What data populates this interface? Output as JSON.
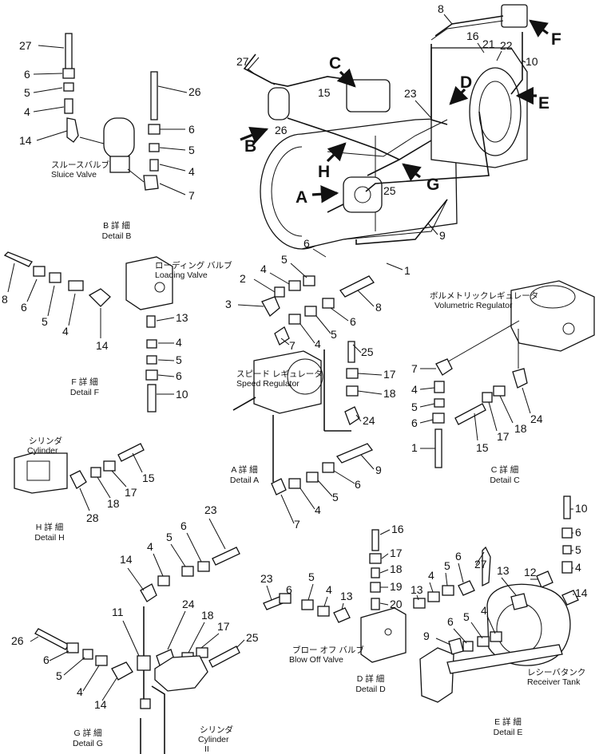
{
  "parts": [
    "1",
    "2",
    "3",
    "4",
    "5",
    "6",
    "7",
    "8",
    "9",
    "10",
    "11",
    "12",
    "13",
    "14",
    "15",
    "16",
    "17",
    "18",
    "19",
    "20",
    "21",
    "22",
    "23",
    "24",
    "25",
    "26",
    "27",
    "28"
  ],
  "views": [
    "A",
    "B",
    "C",
    "D",
    "E",
    "F",
    "G",
    "H"
  ],
  "components": {
    "sluice_valve_jp": "スルースバルブ",
    "sluice_valve_en": "Sluice Valve",
    "loading_valve_jp": "ローディング バルブ",
    "loading_valve_en": "Loading Valve",
    "speed_regulator_jp": "スピード レギュレータ",
    "speed_regulator_en": "Speed Regulator",
    "volumetric_regulator_jp": "ボルメトリックレギュレータ",
    "volumetric_regulator_en": "Volumetric Regulator",
    "cylinder_jp": "シリンダ",
    "cylinder_en": "Cylinder",
    "blow_off_valve_jp": "ブロー オフ バルブ",
    "blow_off_valve_en": "Blow Off Valve",
    "receiver_tank_jp": "レシーバタンク",
    "receiver_tank_en": "Receiver Tank",
    "cylinder_g_jp": "シリンダ",
    "cylinder_g_en": "Cylinder",
    "cylinder_g_suffix": "II"
  },
  "details": {
    "a_jp": "A 詳 細",
    "a_en": "Detail A",
    "b_jp": "B 詳 細",
    "b_en": "Detail B",
    "c_jp": "C 詳 細",
    "c_en": "Detail C",
    "d_jp": "D 詳 細",
    "d_en": "Detail D",
    "e_jp": "E 詳 細",
    "e_en": "Detail E",
    "f_jp": "F 詳 細",
    "f_en": "Detail F",
    "g_jp": "G 詳 細",
    "g_en": "Detail G",
    "h_jp": "H 詳 細",
    "h_en": "Detail H"
  }
}
